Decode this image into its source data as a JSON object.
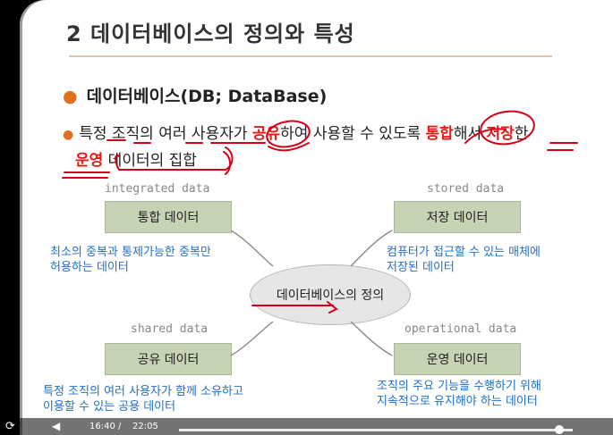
{
  "slide": {
    "title": "2 데이터베이스의 정의와 특성",
    "bullet": "데이터베이스(DB; DataBase)",
    "sub": {
      "p1": "특정 조직의 여러 사용자가 ",
      "w_share": "공유",
      "p2": "하여 사용할 수 있도록 ",
      "w_integrate": "통합",
      "p3": "해서 ",
      "w_store": "저장",
      "p4": "한",
      "w_operate": "운영",
      "p5": " 데이터의 집합"
    },
    "diagram": {
      "center": "데이터베이스의 정의",
      "integrated": {
        "eng": "integrated data",
        "label": "통합 데이터",
        "desc1": "최소의 중복과 통제가능한 중복만",
        "desc2": "허용하는 데이터"
      },
      "stored": {
        "eng": "stored data",
        "label": "저장 데이터",
        "desc1": "컴퓨터가 접근할 수 있는 매체에",
        "desc2": "저장된 데이터"
      },
      "shared": {
        "eng": "shared data",
        "label": "공유 데이터",
        "desc1": "특정 조직의 여러 사용자가 함께 소유하고",
        "desc2": "이용할 수 있는 공용 데이터"
      },
      "operational": {
        "eng": "operational data",
        "label": "운영 데이터",
        "desc1": "조직의 주요 기능을 수행하기 위해",
        "desc2": "지속적으로 유지해야 하는 데이터"
      }
    }
  },
  "player": {
    "current_time": "16:40",
    "separator": "/",
    "total_time": "22:05",
    "progress": 0.905
  },
  "colors": {
    "accent_red": "#e41b17",
    "box_green": "#c6d3b4",
    "desc_blue": "#1f6fc7",
    "annotation": "#d4001a"
  }
}
